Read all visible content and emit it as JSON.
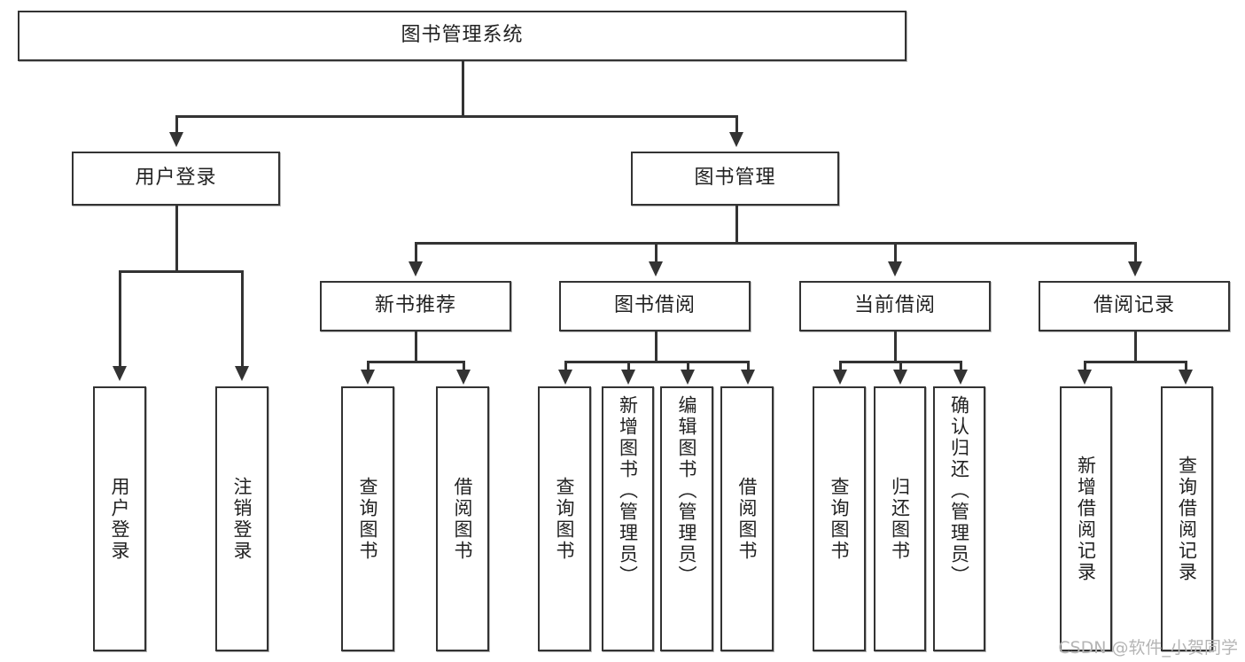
{
  "diagram": {
    "title": "图书管理系统",
    "type": "hierarchy-tree",
    "root": {
      "label": "图书管理系统"
    },
    "level2": [
      {
        "label": "用户登录"
      },
      {
        "label": "图书管理"
      }
    ],
    "level3": [
      {
        "label": "新书推荐"
      },
      {
        "label": "图书借阅"
      },
      {
        "label": "当前借阅"
      },
      {
        "label": "借阅记录"
      }
    ],
    "leaves": {
      "user_login": [
        {
          "label": "用户登录"
        },
        {
          "label": "注销登录"
        }
      ],
      "new_book_recommend": [
        {
          "label": "查询图书"
        },
        {
          "label": "借阅图书"
        }
      ],
      "book_borrow": [
        {
          "label": "查询图书"
        },
        {
          "label": "新增图书（管理员）"
        },
        {
          "label": "编辑图书（管理员）"
        },
        {
          "label": "借阅图书"
        }
      ],
      "current_borrow": [
        {
          "label": "查询图书"
        },
        {
          "label": "归还图书"
        },
        {
          "label": "确认归还（管理员）"
        }
      ],
      "borrow_record": [
        {
          "label": "新增借阅记录"
        },
        {
          "label": "查询借阅记录"
        }
      ]
    }
  },
  "watermark": {
    "text": "CSDN @软件_小贺同学"
  },
  "colors": {
    "stroke": "#333333",
    "background": "#ffffff",
    "text": "#222222",
    "watermark": "#b5b5b5"
  }
}
